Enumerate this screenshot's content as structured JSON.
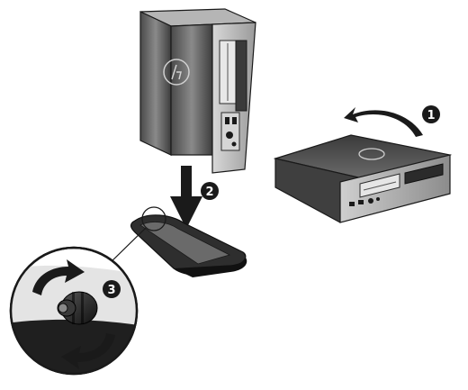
{
  "figure": {
    "steps": [
      {
        "number": "1"
      },
      {
        "number": "2"
      },
      {
        "number": "3"
      }
    ],
    "colors": {
      "outline": "#1a1a1a",
      "dark": "#2b2b2b",
      "mid": "#777777",
      "light": "#c9c9c9",
      "paper": "#ffffff"
    }
  }
}
